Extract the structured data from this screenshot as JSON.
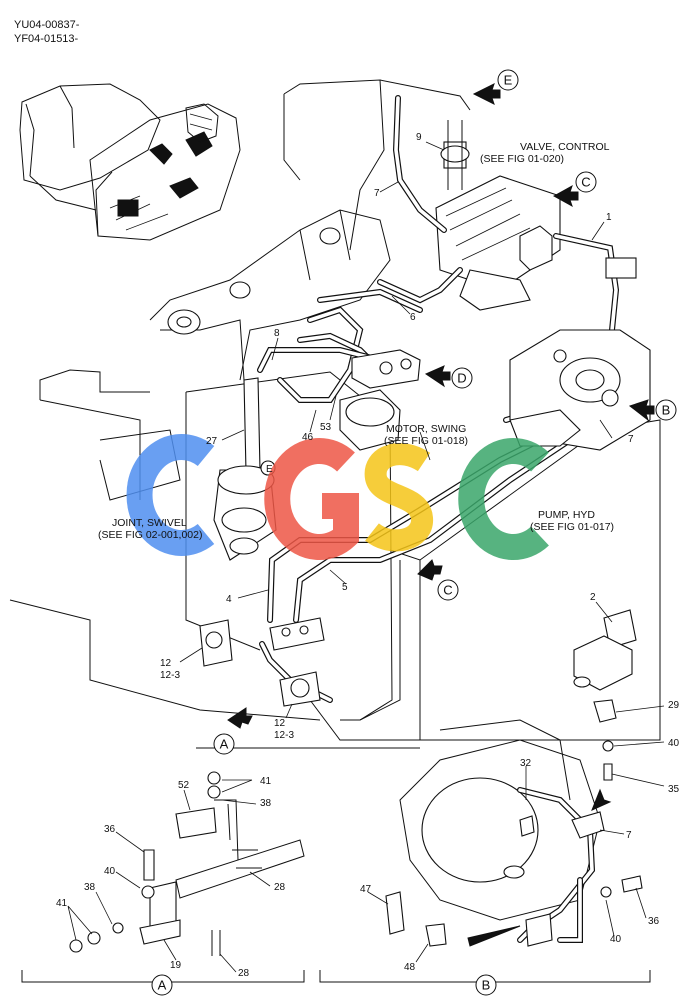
{
  "header": {
    "line1": "YU04-00837-",
    "line2": "YF04-01513-"
  },
  "watermark": {
    "text": "CGSC",
    "colors": [
      "#4f8ff0",
      "#ee5746",
      "#f5c518",
      "#3aa66a"
    ]
  },
  "callouts": {
    "valve_control": [
      "VALVE, CONTROL",
      "(SEE FIG 01-020)"
    ],
    "motor_swing": [
      "MOTOR, SWING",
      "(SEE FIG 01-018)"
    ],
    "joint_swivel": [
      "JOINT, SWIVEL",
      "(SEE FIG 02-001,002)"
    ],
    "pump_hyd": [
      "PUMP, HYD",
      "(SEE FIG 01-017)"
    ]
  },
  "view_markers": {
    "a": "A",
    "b": "B",
    "c": "C",
    "d": "D",
    "e": "E"
  },
  "detail_titles": {
    "a": "A",
    "b": "B"
  },
  "part_numbers": {
    "n1": "1",
    "n2": "2",
    "n4": "4",
    "n5": "5",
    "n6": "6",
    "n7": "7",
    "n8": "8",
    "n9": "9",
    "n12": "12",
    "n12_3": "12-3",
    "n19": "19",
    "n27": "27",
    "n28": "28",
    "n29": "29",
    "n32": "32",
    "n35": "35",
    "n36": "36",
    "n38": "38",
    "n40": "40",
    "n41": "41",
    "n46": "46",
    "n47": "47",
    "n48": "48",
    "n52": "52",
    "n53": "53",
    "e": "E"
  }
}
